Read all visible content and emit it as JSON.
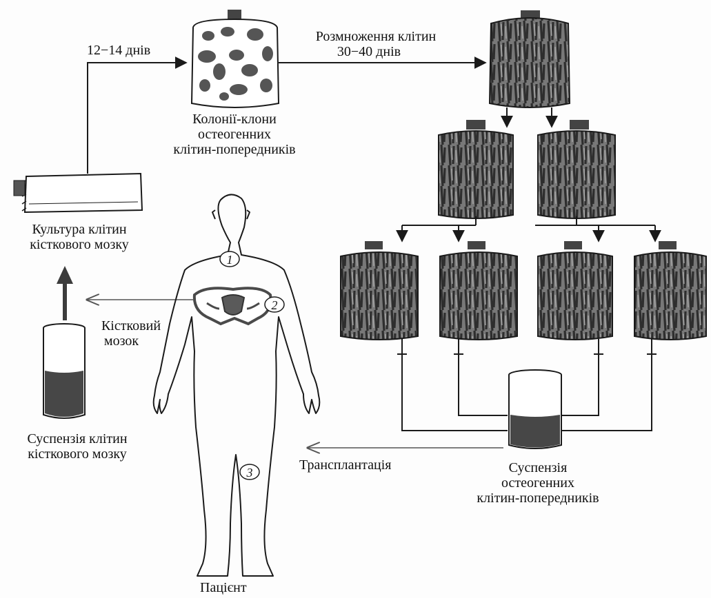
{
  "labels": {
    "days_12_14": "12−14 днів",
    "colonies": [
      "Колонії-клони",
      "остеогенних",
      "клітин-попередників"
    ],
    "multiply": [
      "Розмноження клітин",
      "30−40 днів"
    ],
    "culture": [
      "Культура клітин",
      "кісткового мозку"
    ],
    "bone_marrow": [
      "Кістковий",
      "мозок"
    ],
    "marrow_suspension": [
      "Суспензія клітин",
      "кісткового мозку"
    ],
    "transplant": "Трансплантація",
    "osteo_suspension": [
      "Суспензія",
      "остеогенних",
      "клітин-попередників"
    ],
    "patient": "Пацієнт"
  },
  "sites": [
    "1",
    "2",
    "3"
  ],
  "colors": {
    "ink": "#1a1a1a",
    "bottle_fill": "#6d6d6d",
    "culture_pattern": "#3a3a3a",
    "suspension_fill": "#474747",
    "paper": "#fdfdfd"
  }
}
